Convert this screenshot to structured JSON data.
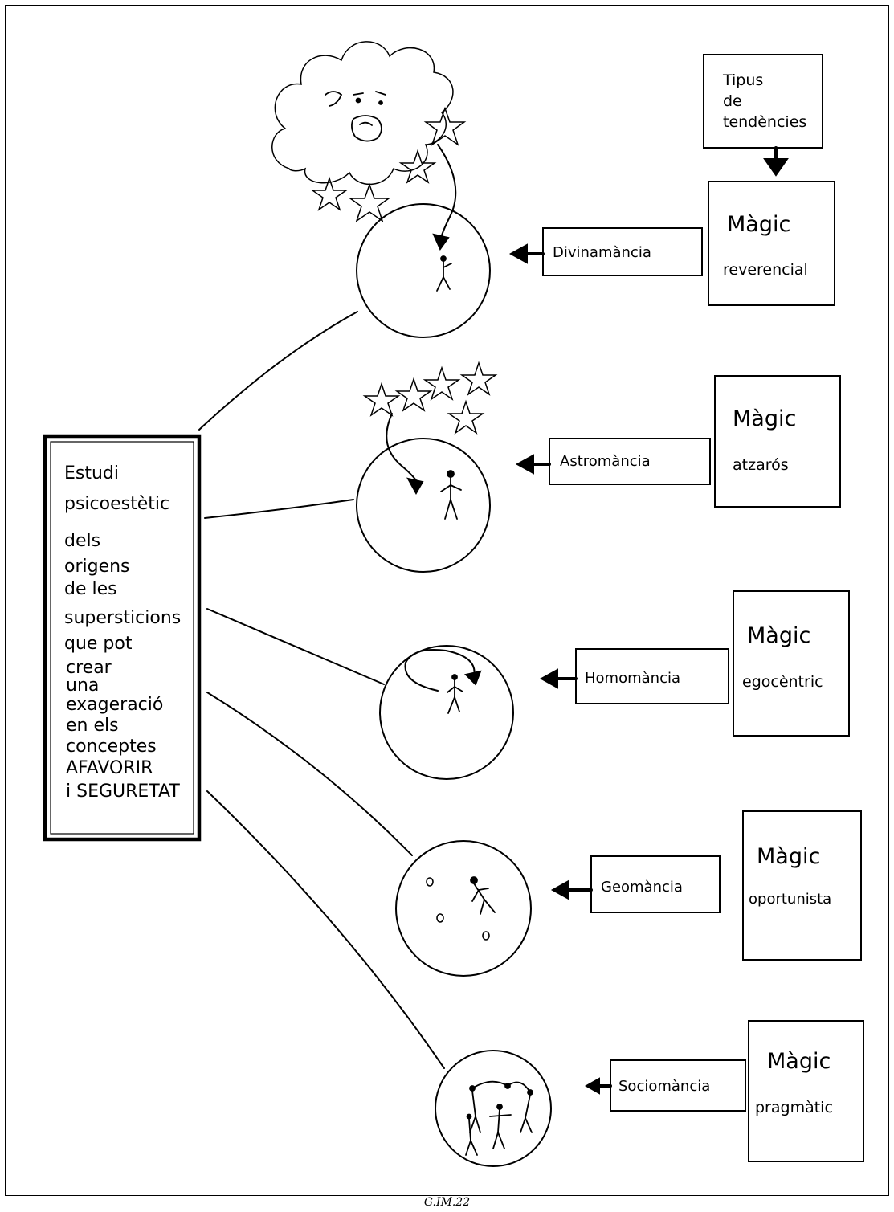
{
  "main_concept": {
    "lines": [
      "Estudi",
      "psicoestètic",
      "dels",
      "origens",
      "de les",
      "supersticions",
      "que pot",
      "crear",
      "una",
      "exageració",
      "en els",
      "conceptes",
      "AFAVORIR",
      "i SEGURETAT"
    ]
  },
  "header_box": {
    "lines": [
      "Tipus",
      "de",
      "tendències"
    ]
  },
  "branches": [
    {
      "practice": "Divinamància",
      "tendency_line1": "Màgic",
      "tendency_line2": "reverencial"
    },
    {
      "practice": "Astromància",
      "tendency_line1": "Màgic",
      "tendency_line2": "atzarós"
    },
    {
      "practice": "Homomància",
      "tendency_line1": "Màgic",
      "tendency_line2": "egocèntric"
    },
    {
      "practice": "Geomància",
      "tendency_line1": "Màgic",
      "tendency_line2": "oportunista"
    },
    {
      "practice": "Sociomància",
      "tendency_line1": "Màgic",
      "tendency_line2": "pragmàtic"
    }
  ],
  "caption": "G.IM.22"
}
